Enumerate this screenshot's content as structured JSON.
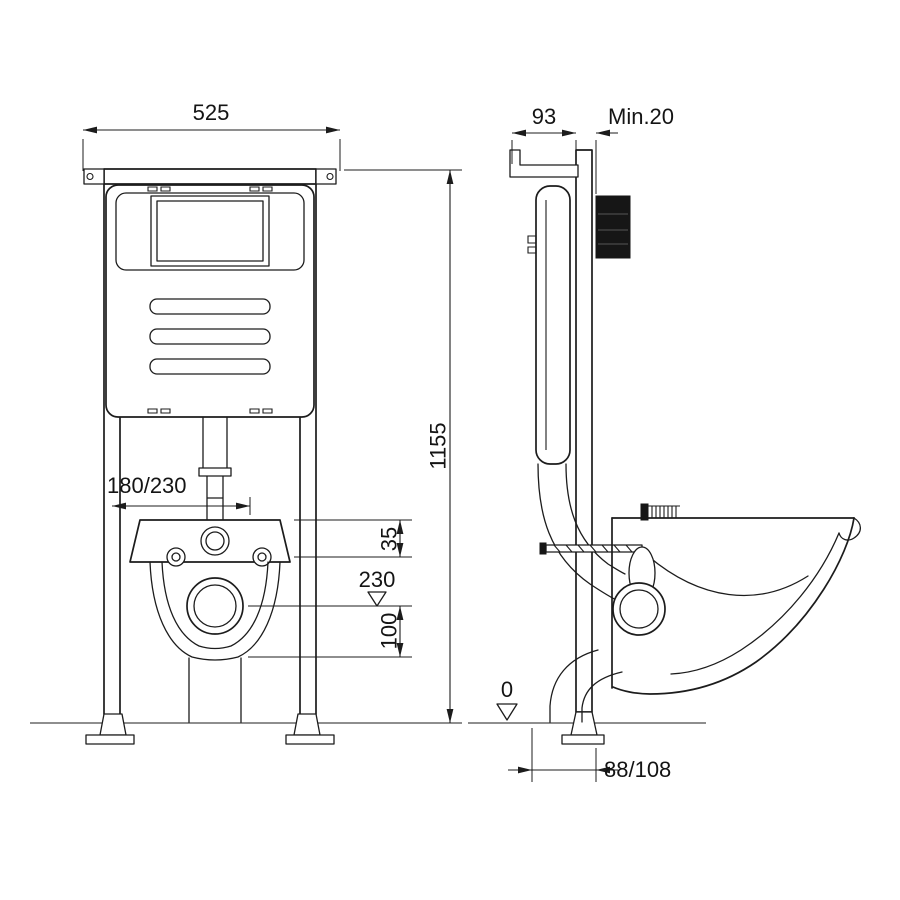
{
  "front_view": {
    "width": "525",
    "height": "1155",
    "bolt_spacing": "180/230",
    "inlet_offset": "35",
    "outlet_height": "230",
    "outlet_drop": "100"
  },
  "side_view": {
    "frame_depth": "93",
    "min_clearance": "Min.20",
    "floor_level": "0",
    "outlet_distance": "88/108"
  }
}
